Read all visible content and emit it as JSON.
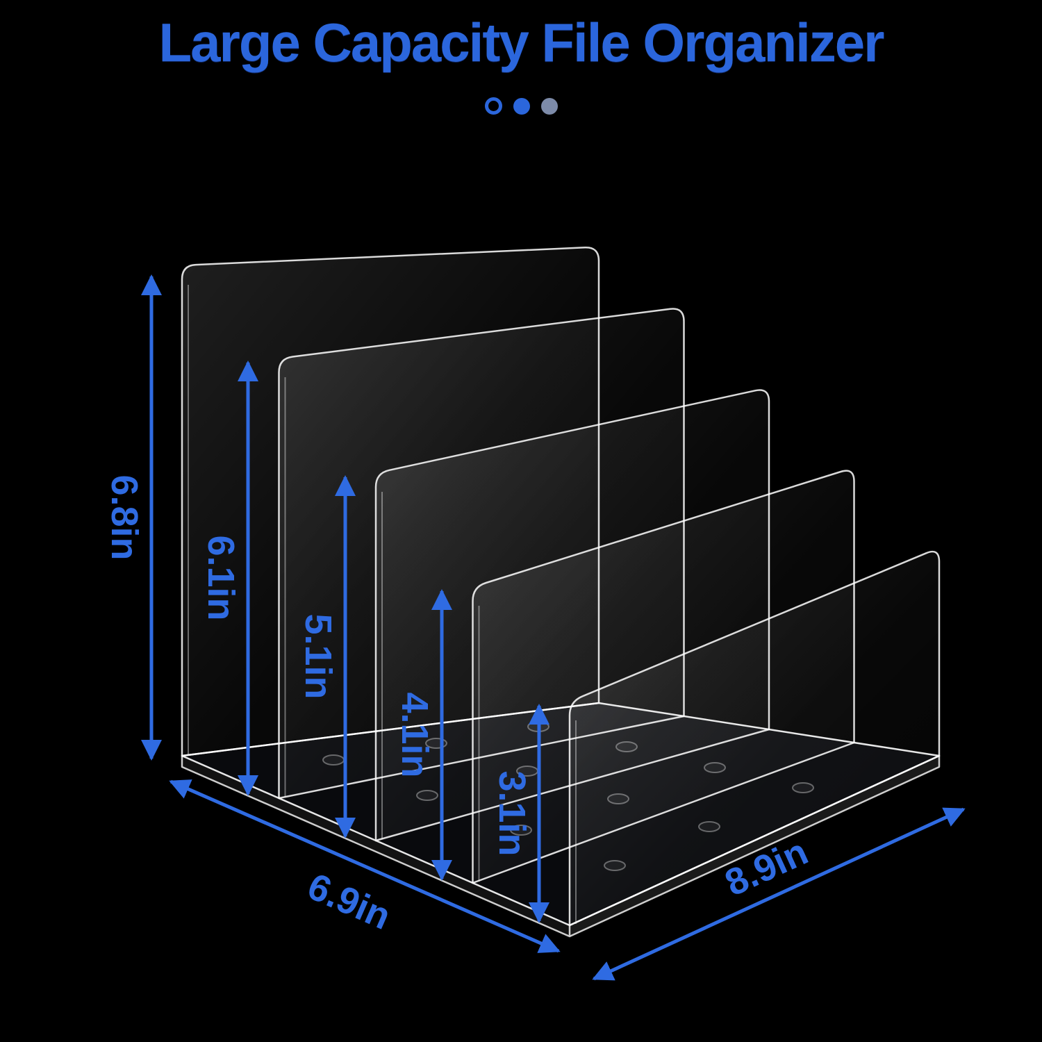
{
  "title": "Large Capacity File Organizer",
  "slide_indicator": {
    "dots": [
      {
        "name": "dot-outline",
        "style": "ring"
      },
      {
        "name": "dot-active",
        "style": "solid-blue"
      },
      {
        "name": "dot-inactive",
        "style": "solid-muted"
      }
    ]
  },
  "dimensions": {
    "divider_heights": [
      "6.8in",
      "6.1in",
      "5.1in",
      "4.1in",
      "3.1in"
    ],
    "depth": "6.9in",
    "width": "8.9in"
  },
  "colors": {
    "background": "#000000",
    "accent_blue": "#2f6be2",
    "title_blue": "#2b66dc",
    "dot_muted": "#7d8ba9",
    "acrylic_edge": "rgba(255,255,255,0.85)"
  }
}
